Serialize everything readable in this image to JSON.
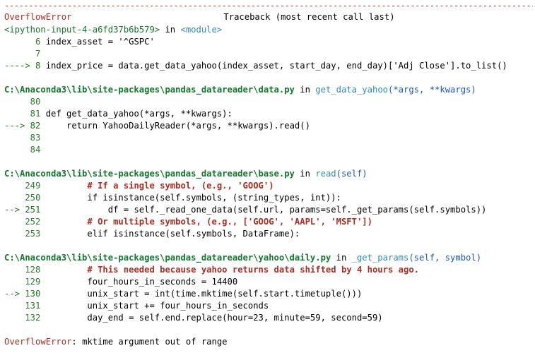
{
  "separator": "--------------------------------------------------------------------------------------------------------------------------",
  "header": {
    "error_name": "OverflowError",
    "traceback_label": "Traceback (most recent call last)"
  },
  "frame1": {
    "file": "<ipython-input-4-a6fd37b6b579>",
    "in_word": " in ",
    "func": "<module>",
    "lines": [
      {
        "gutter": "      6 ",
        "code": "index_asset = '^GSPC'"
      },
      {
        "gutter": "      7",
        "code": ""
      },
      {
        "gutter": "----> 8 ",
        "code": "index_price = data.get_data_yahoo(index_asset, start_day, end_day)['Adj Close'].to_list()"
      }
    ]
  },
  "frame2": {
    "file": "C:\\Anaconda3\\lib\\site-packages\\pandas_datareader\\data.py",
    "in_word": " in ",
    "func": "get_data_yahoo",
    "sig": "(*args, **kwargs)",
    "lines": [
      {
        "gutter": "     80",
        "code": ""
      },
      {
        "gutter": "     81 ",
        "code": "def get_data_yahoo(*args, **kwargs):"
      },
      {
        "gutter": "---> 82 ",
        "code": "    return YahooDailyReader(*args, **kwargs).read()"
      },
      {
        "gutter": "     83",
        "code": ""
      },
      {
        "gutter": "     84",
        "code": ""
      }
    ]
  },
  "frame3": {
    "file": "C:\\Anaconda3\\lib\\site-packages\\pandas_datareader\\base.py",
    "in_word": " in ",
    "func": "read",
    "sig": "(self)",
    "lines": [
      {
        "gutter": "    249 ",
        "code": "        # If a single symbol, (e.g., 'GOOG')"
      },
      {
        "gutter": "    250 ",
        "code": "        if isinstance(self.symbols, (string_types, int)):"
      },
      {
        "gutter": "--> 251 ",
        "code": "            df = self._read_one_data(self.url, params=self._get_params(self.symbols))"
      },
      {
        "gutter": "    252 ",
        "code": "        # Or multiple symbols, (e.g., ['GOOG', 'AAPL', 'MSFT'])"
      },
      {
        "gutter": "    253 ",
        "code": "        elif isinstance(self.symbols, DataFrame):"
      }
    ]
  },
  "frame4": {
    "file": "C:\\Anaconda3\\lib\\site-packages\\pandas_datareader\\yahoo\\daily.py",
    "in_word": " in ",
    "func": "_get_params",
    "sig": "(self, symbol)",
    "lines": [
      {
        "gutter": "    128 ",
        "code": "        # This needed because yahoo returns data shifted by 4 hours ago."
      },
      {
        "gutter": "    129 ",
        "code": "        four_hours_in_seconds = 14400"
      },
      {
        "gutter": "--> 130 ",
        "code": "        unix_start = int(time.mktime(self.start.timetuple()))"
      },
      {
        "gutter": "    131 ",
        "code": "        unix_start += four_hours_in_seconds"
      },
      {
        "gutter": "    132 ",
        "code": "        day_end = self.end.replace(hour=23, minute=59, second=59)"
      }
    ]
  },
  "footer": {
    "error_name": "OverflowError",
    "message": ": mktime argument out of range"
  },
  "colors": {
    "error": "#b22b1f",
    "path": "#0f7a2a",
    "func": "#2c8fb3",
    "keyword": "#1a7a1a",
    "string": "#b22b1f",
    "number": "#1a8a3a"
  }
}
